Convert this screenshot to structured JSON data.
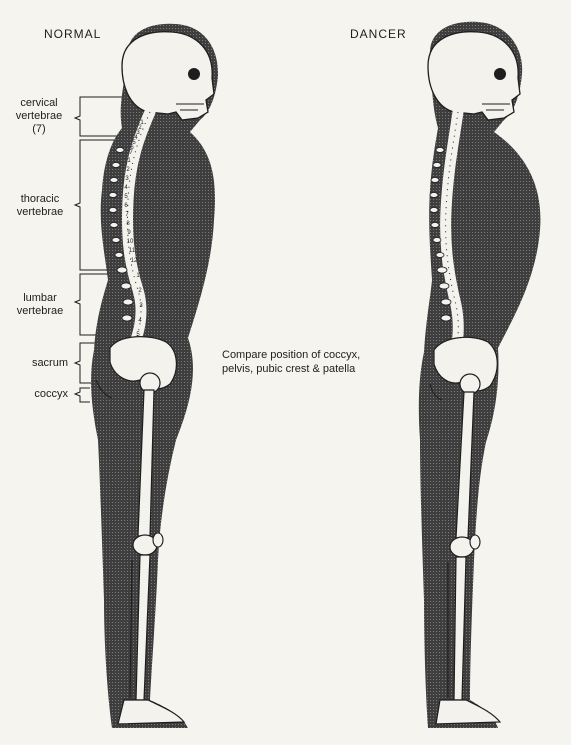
{
  "headings": {
    "normal": "NORMAL",
    "dancer": "DANCER"
  },
  "labels": {
    "cervical": {
      "line1": "cervical",
      "line2": "vertebrae",
      "line3": "(7)"
    },
    "thoracic": {
      "line1": "thoracic",
      "line2": "vertebrae"
    },
    "lumbar": {
      "line1": "lumbar",
      "line2": "vertebrae"
    },
    "sacrum": "sacrum",
    "coccyx": "coccyx"
  },
  "note": {
    "line1": "Compare position of coccyx,",
    "line2": "pelvis, pubic crest & patella"
  },
  "vertebra_numbers": {
    "cervical": [
      "1",
      "2",
      "3",
      "4",
      "5",
      "6",
      "7"
    ],
    "thoracic": [
      "1",
      "2",
      "3",
      "4",
      "5",
      "6",
      "7",
      "8",
      "9",
      "10",
      "11",
      "12"
    ],
    "lumbar": [
      "1",
      "2",
      "3",
      "4",
      "5"
    ]
  },
  "colors": {
    "background": "#f6f4ef",
    "body_silhouette": "#3c3c3c",
    "bone": "#f4f2ec",
    "ink": "#1e1e1e"
  }
}
